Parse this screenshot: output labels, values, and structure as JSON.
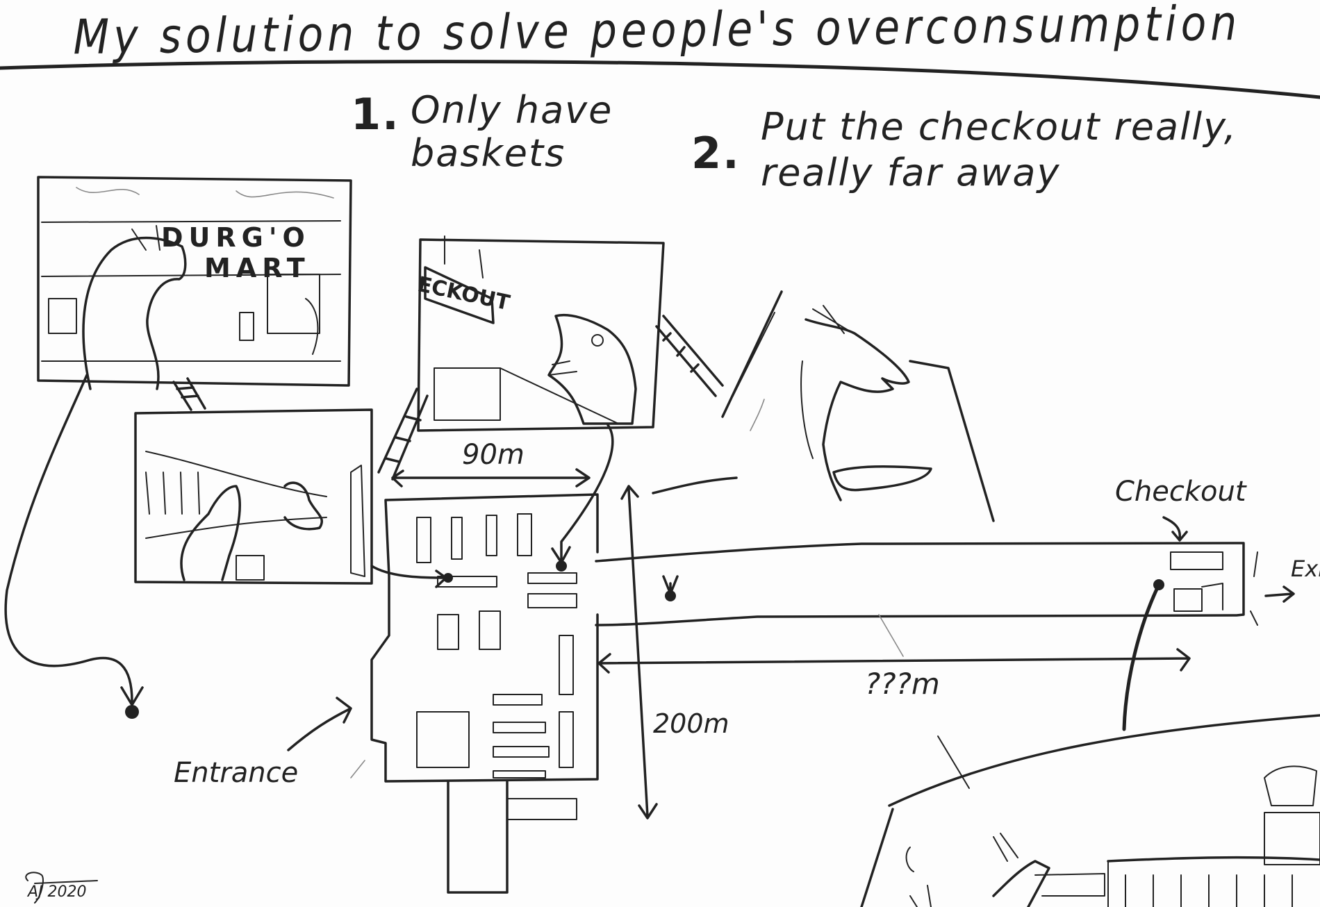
{
  "title": "My solution to solve people's overconsumption",
  "points": [
    {
      "number": "1.",
      "lines": [
        "Only have",
        "baskets"
      ]
    },
    {
      "number": "2.",
      "lines": [
        "Put the checkout really,",
        "really far away"
      ]
    }
  ],
  "panels": [
    {
      "name": "store-exterior",
      "sign_line1": "DURG'O",
      "sign_line2": "MART"
    },
    {
      "name": "store-interior",
      "description": "two creatures with baskets in aisle"
    },
    {
      "name": "checkout-sign-view",
      "sign_text": "ECKOUT"
    }
  ],
  "floor_plan": {
    "width_label": "90m",
    "height_label": "200m",
    "corridor_label": "???m",
    "entrance_label": "Entrance",
    "checkout_label": "Checkout",
    "exit_label": "Exit"
  },
  "signature": {
    "initials": "AJ",
    "year": "2020"
  },
  "colors": {
    "ink": "#222222",
    "paper": "#fdfdfd",
    "faint": "#888888"
  }
}
